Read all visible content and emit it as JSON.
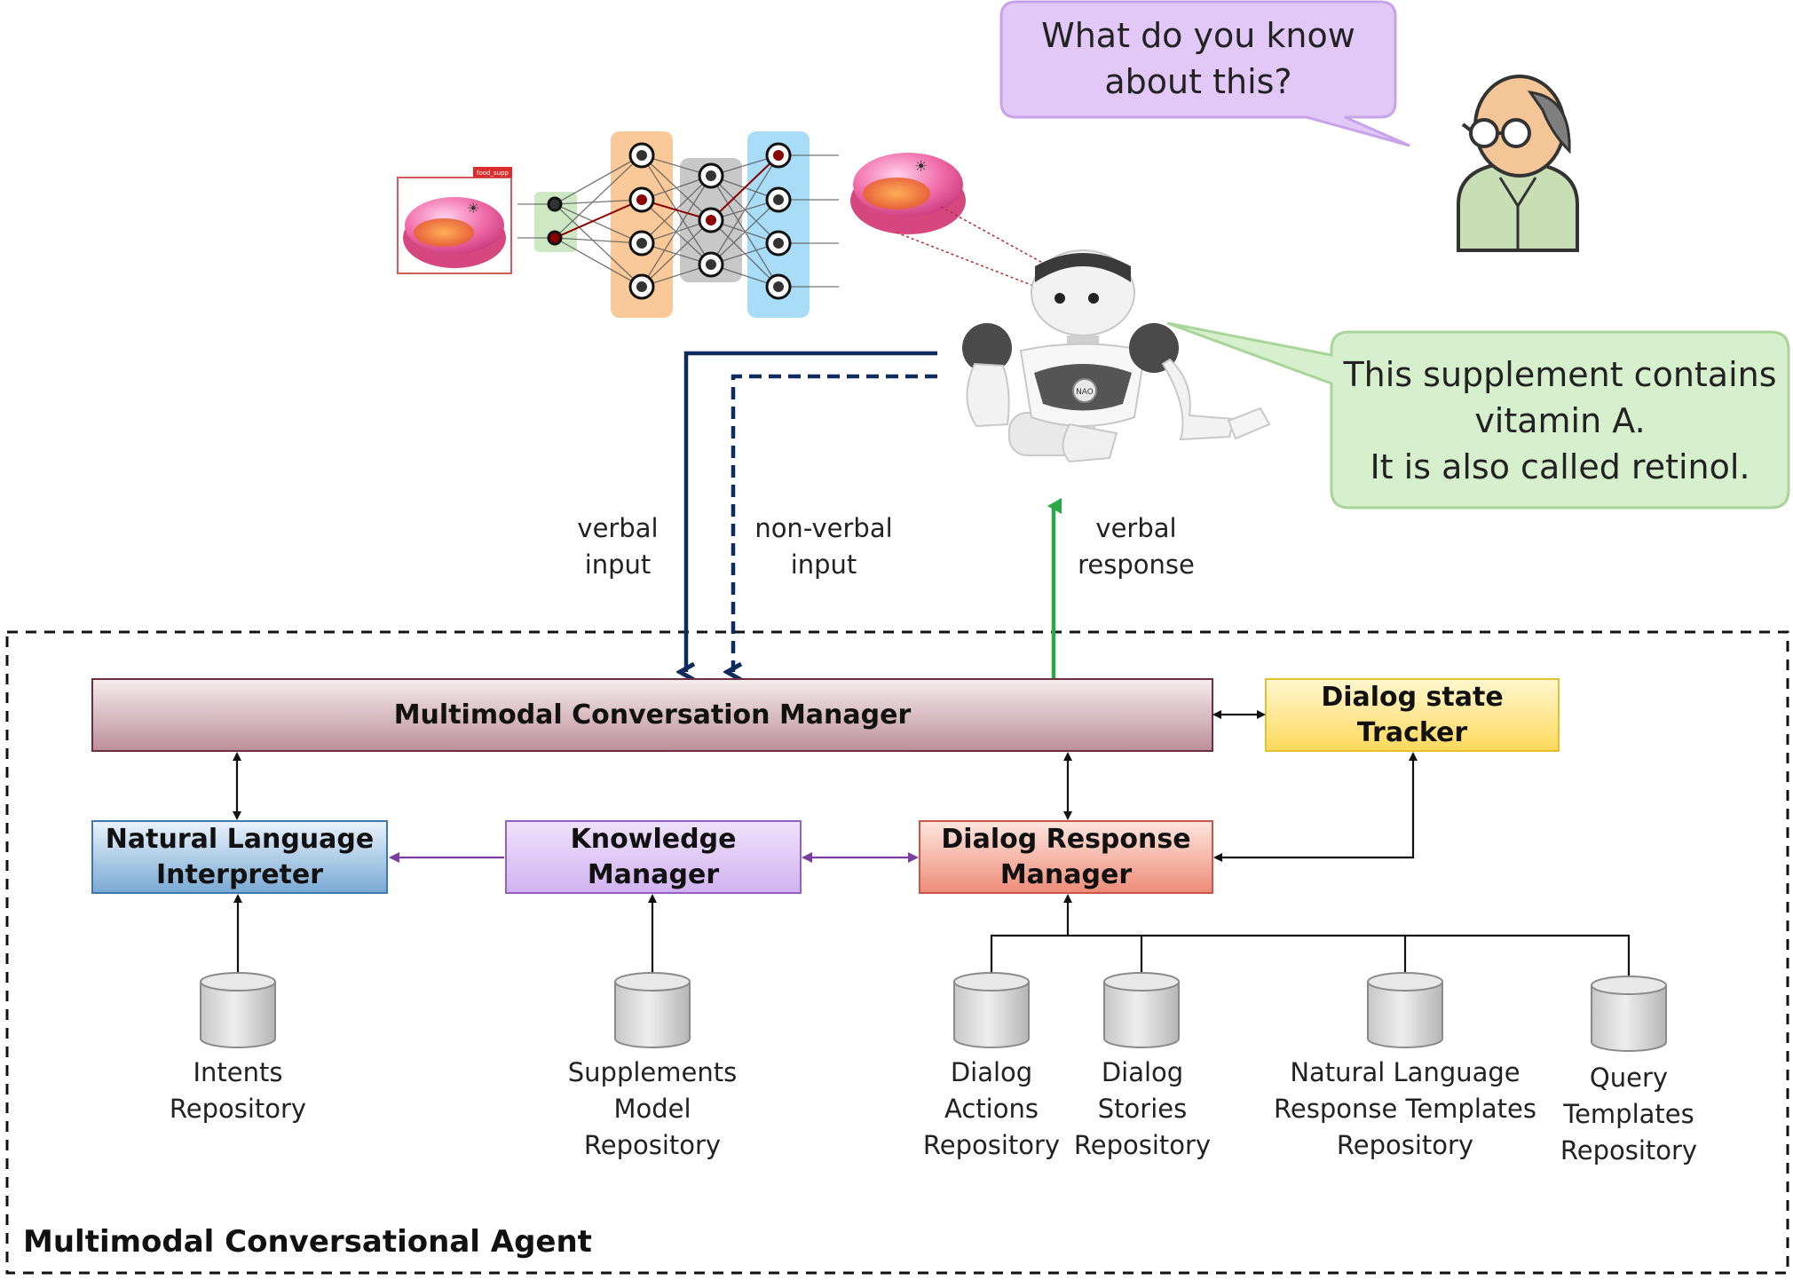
{
  "agent_title": "Multimodal Conversational Agent",
  "user_bubble": {
    "line1": "What do you know",
    "line2": "about this?"
  },
  "robot_bubble": {
    "line1": "This supplement contains",
    "line2": "vitamin A.",
    "line3": "It is also called retinol."
  },
  "arrow_labels": {
    "verbal_input": {
      "line1": "verbal",
      "line2": "input"
    },
    "nonverbal_input": {
      "line1": "non-verbal",
      "line2": "input"
    },
    "verbal_response": {
      "line1": "verbal",
      "line2": "response"
    }
  },
  "boxes": {
    "conversation_manager": {
      "line1": "Multimodal Conversation Manager"
    },
    "dialog_state_tracker": {
      "line1": "Dialog state",
      "line2": "Tracker"
    },
    "nl_interpreter": {
      "line1": "Natural Language",
      "line2": "Interpreter"
    },
    "knowledge_manager": {
      "line1": "Knowledge",
      "line2": "Manager"
    },
    "dialog_response_manager": {
      "line1": "Dialog Response",
      "line2": "Manager"
    }
  },
  "repositories": [
    {
      "lines": [
        "Intents",
        "Repository"
      ]
    },
    {
      "lines": [
        "Supplements",
        "Model",
        "Repository"
      ]
    },
    {
      "lines": [
        "Dialog",
        "Actions",
        "Repository"
      ]
    },
    {
      "lines": [
        "Dialog",
        "Stories",
        "Repository"
      ]
    },
    {
      "lines": [
        "Natural Language",
        "Response Templates",
        "Repository"
      ]
    },
    {
      "lines": [
        "Query",
        "Templates",
        "Repository"
      ]
    }
  ],
  "detection_tag": "food_supp",
  "robot_badge": "NAO",
  "colors": {
    "conversation_manager": "#c9a5ad",
    "dialog_state_tracker": "#ffe88a",
    "nl_interpreter": "#9cc3e0",
    "knowledge_manager": "#dcc2f5",
    "dialog_response_manager": "#f3a898",
    "input_arrow": "#0f2a5e",
    "response_arrow": "#2aa84a",
    "knowledge_arrow": "#7a3fa0",
    "user_bubble": "#e1c8f7",
    "robot_bubble": "#d6efcc"
  }
}
